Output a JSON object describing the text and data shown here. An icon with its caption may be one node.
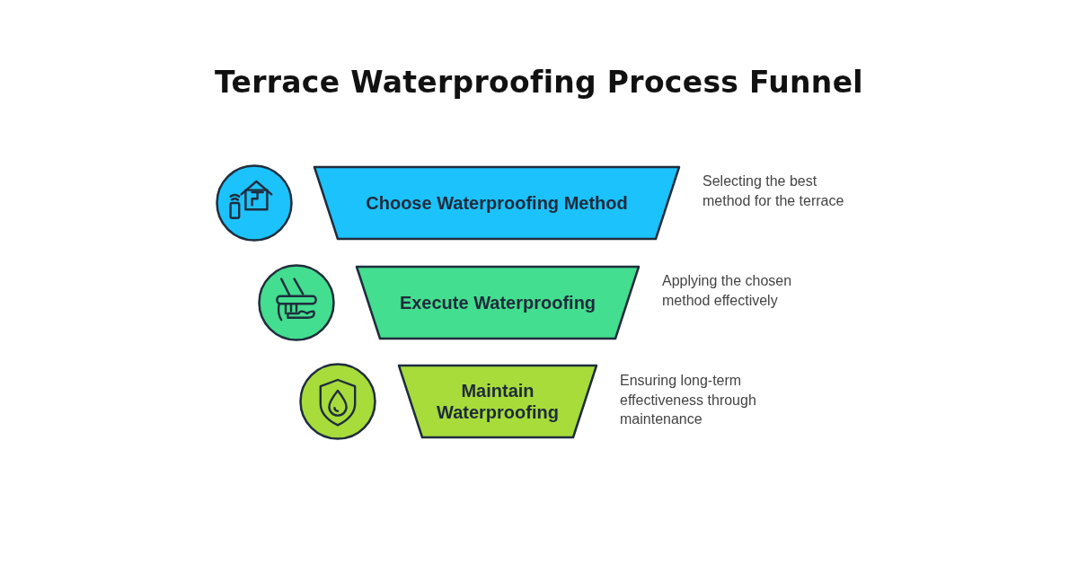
{
  "diagram": {
    "title": "Terrace Waterproofing Process Funnel",
    "nodes": [
      {
        "text": [
          "Choose Waterproofing Method"
        ],
        "beside": [
          "Selecting the best method for the terrace"
        ]
      },
      {
        "text": [
          "Execute Waterproofing"
        ],
        "beside": [
          "Applying the chosen method effectively"
        ]
      },
      {
        "text": [
          "Maintain Waterproofing"
        ],
        "beside": [
          "Ensuring long-term effectiveness through maintenance"
        ]
      }
    ]
  }
}
